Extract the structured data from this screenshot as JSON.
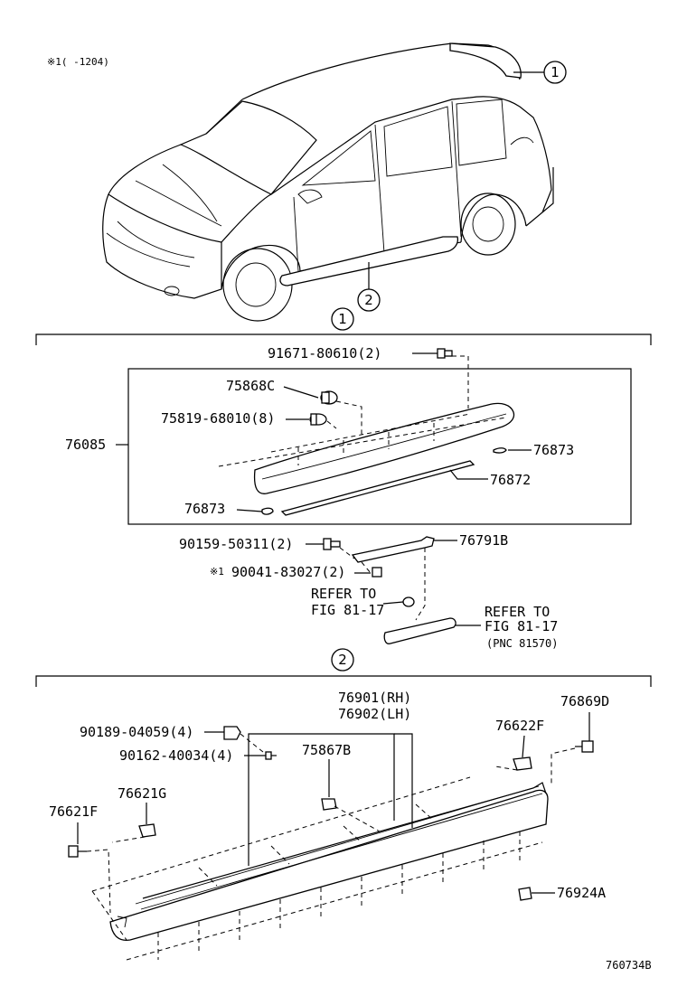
{
  "note": "※1(   -1204)",
  "section_markers": {
    "one": "1",
    "two": "2"
  },
  "car_callouts": {
    "spoiler": "1",
    "side_skirt": "2"
  },
  "section1": {
    "parts": {
      "p91671": "91671-80610(2)",
      "p75868c": "75868C",
      "p75819": "75819-68010(8)",
      "p76085": "76085",
      "p76873_right": "76873",
      "p76872": "76872",
      "p76873_left": "76873",
      "p90159": "90159-50311(2)",
      "p76791b": "76791B",
      "p90041_mark": "※1",
      "p90041": "90041-83027(2)"
    },
    "refer_left": {
      "line1": "REFER TO",
      "line2": "FIG 81-17"
    },
    "refer_right": {
      "line1": "REFER TO",
      "line2": "FIG 81-17",
      "line3": "(PNC 81570)"
    }
  },
  "section2": {
    "parts": {
      "p76901": "76901(RH)",
      "p76902": "76902(LH)",
      "p90189": "90189-04059(4)",
      "p90162": "90162-40034(4)",
      "p75867b": "75867B",
      "p76622f": "76622F",
      "p76869d": "76869D",
      "p76621g": "76621G",
      "p76621f": "76621F",
      "p76924a": "76924A"
    }
  },
  "figure_code": "760734B"
}
